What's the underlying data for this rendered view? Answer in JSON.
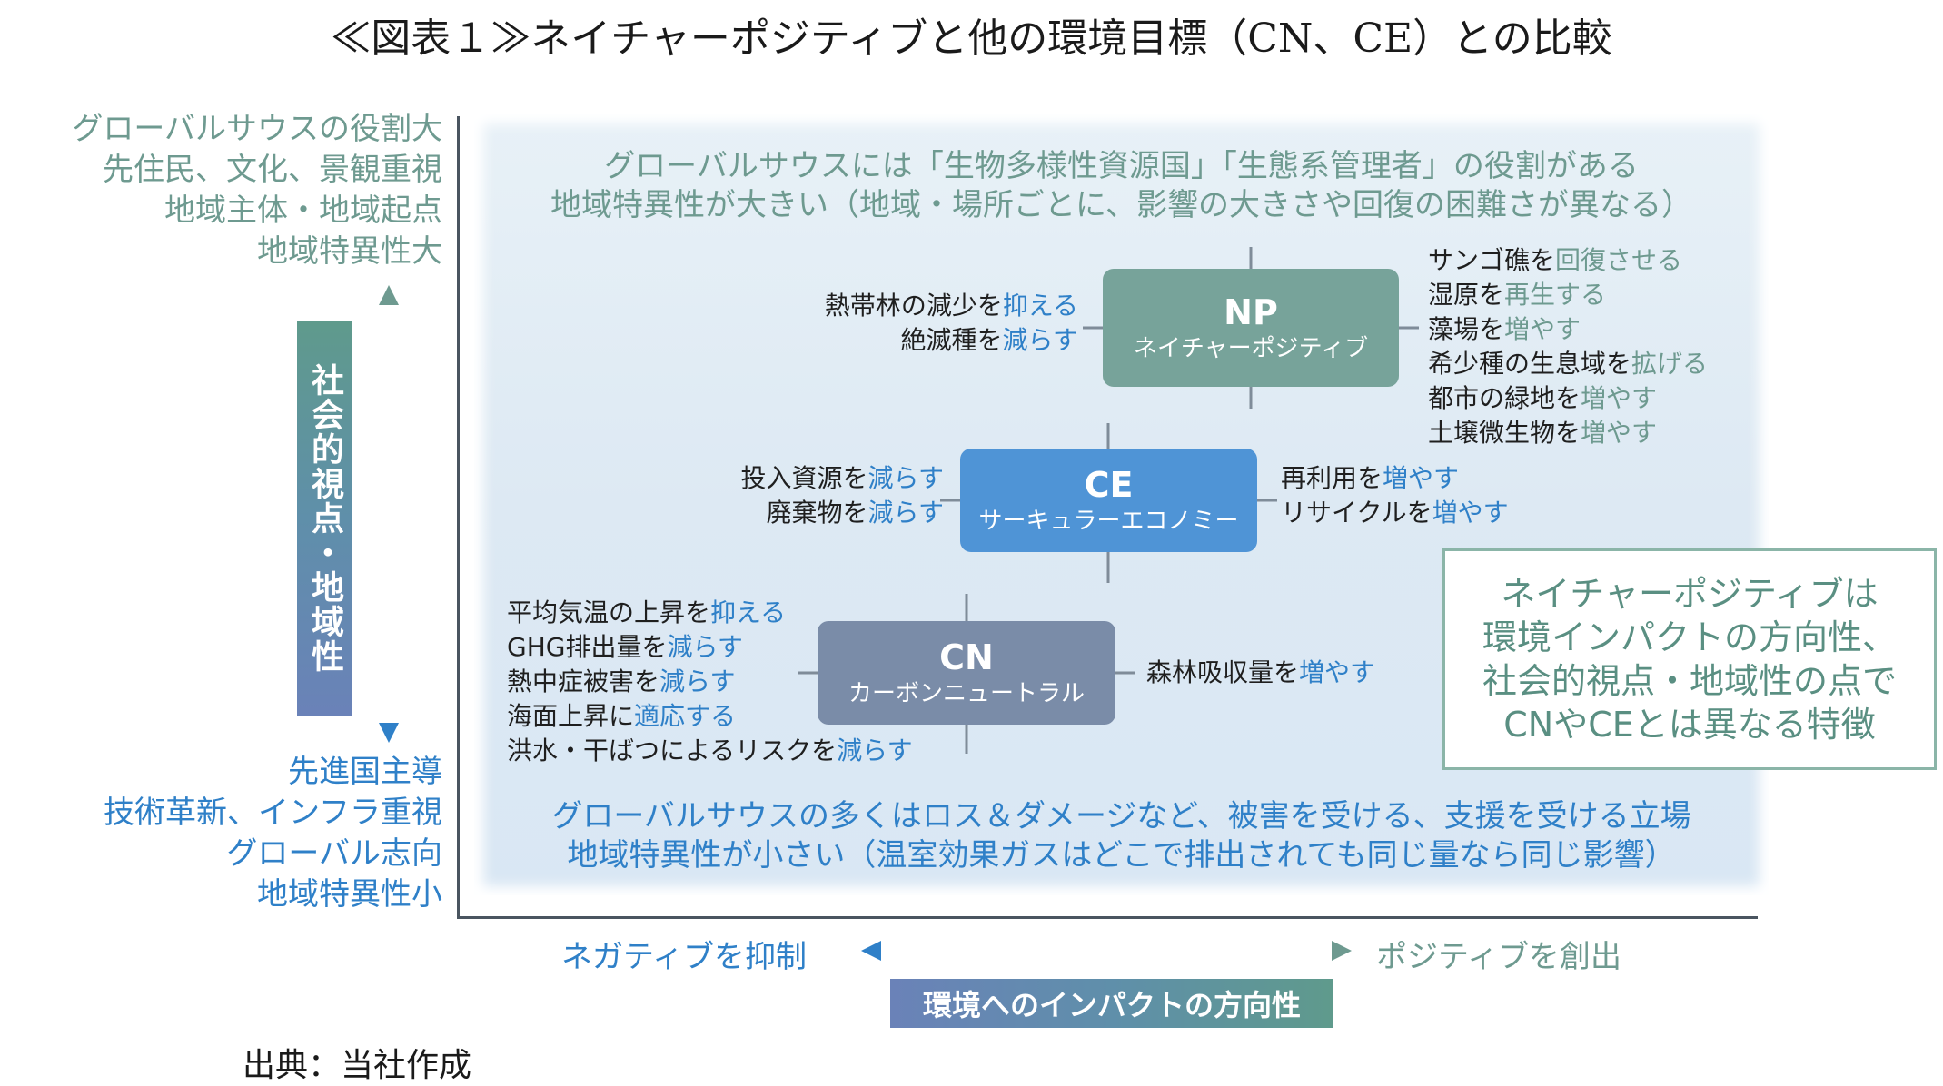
{
  "title": "≪図表１≫ネイチャーポジティブと他の環境目標（CN、CE）との比較",
  "y_axis": {
    "top_labels": [
      "グローバルサウスの役割大",
      "先住民、文化、景観重視",
      "地域主体・地域起点",
      "地域特異性大"
    ],
    "bottom_labels": [
      "先進国主導",
      "技術革新、インフラ重視",
      "グローバル志向",
      "地域特異性小"
    ],
    "bar_label": "社会的視点・地域性"
  },
  "panel": {
    "top_text": [
      "グローバルサウスには「生物多様性資源国」「生態系管理者」の役割がある",
      "地域特異性が大きい（地域・場所ごとに、影響の大きさや回復の困難さが異なる）"
    ],
    "bottom_text": [
      "グローバルサウスの多くはロス＆ダメージなど、被害を受ける、支援を受ける立場",
      "地域特異性が小さい（温室効果ガスはどこで排出されても同じ量なら同じ影響）"
    ]
  },
  "np": {
    "abbr": "NP",
    "full": "ネイチャーポジティブ",
    "left_items": [
      {
        "obj": "熱帯林の減少を",
        "verb": "抑える"
      },
      {
        "obj": "絶滅種を",
        "verb": "減らす"
      }
    ],
    "right_items": [
      {
        "obj": "サンゴ礁を",
        "verb": "回復させる"
      },
      {
        "obj": "湿原を",
        "verb": "再生する"
      },
      {
        "obj": "藻場を",
        "verb": "増やす"
      },
      {
        "obj": "希少種の生息域を",
        "verb": "拡げる"
      },
      {
        "obj": "都市の緑地を",
        "verb": "増やす"
      },
      {
        "obj": "土壌微生物を",
        "verb": "増やす"
      }
    ]
  },
  "ce": {
    "abbr": "CE",
    "full": "サーキュラーエコノミー",
    "left_items": [
      {
        "obj": "投入資源を",
        "verb": "減らす"
      },
      {
        "obj": "廃棄物を",
        "verb": "減らす"
      }
    ],
    "right_items": [
      {
        "obj": "再利用を",
        "verb": "増やす"
      },
      {
        "obj": "リサイクルを",
        "verb": "増やす"
      }
    ]
  },
  "cn": {
    "abbr": "CN",
    "full": "カーボンニュートラル",
    "left_items": [
      {
        "obj": "平均気温の上昇を",
        "verb": "抑える"
      },
      {
        "obj": "GHG排出量を",
        "verb": "減らす"
      },
      {
        "obj": "熱中症被害を",
        "verb": "減らす"
      },
      {
        "obj": "海面上昇に",
        "verb": "適応する"
      },
      {
        "obj": "洪水・干ばつによるリスクを",
        "verb": "減らす"
      }
    ],
    "right_items": [
      {
        "obj": "森林吸収量を",
        "verb": "増やす"
      }
    ]
  },
  "summary": [
    "ネイチャーポジティブは",
    "環境インパクトの方向性、",
    "社会的視点・地域性の点で",
    "CNやCEとは異なる特徴"
  ],
  "x_axis": {
    "left_label": "ネガティブを抑制",
    "right_label": "ポジティブを創出",
    "bar_label": "環境へのインパクトの方向性"
  },
  "source": "出典：当社作成",
  "colors": {
    "verb_blue": "#2f80c8",
    "green_text": "#6e9a90",
    "np_box": "#77a39a",
    "ce_box": "#4f94d6",
    "cn_box": "#7a8ca8"
  }
}
